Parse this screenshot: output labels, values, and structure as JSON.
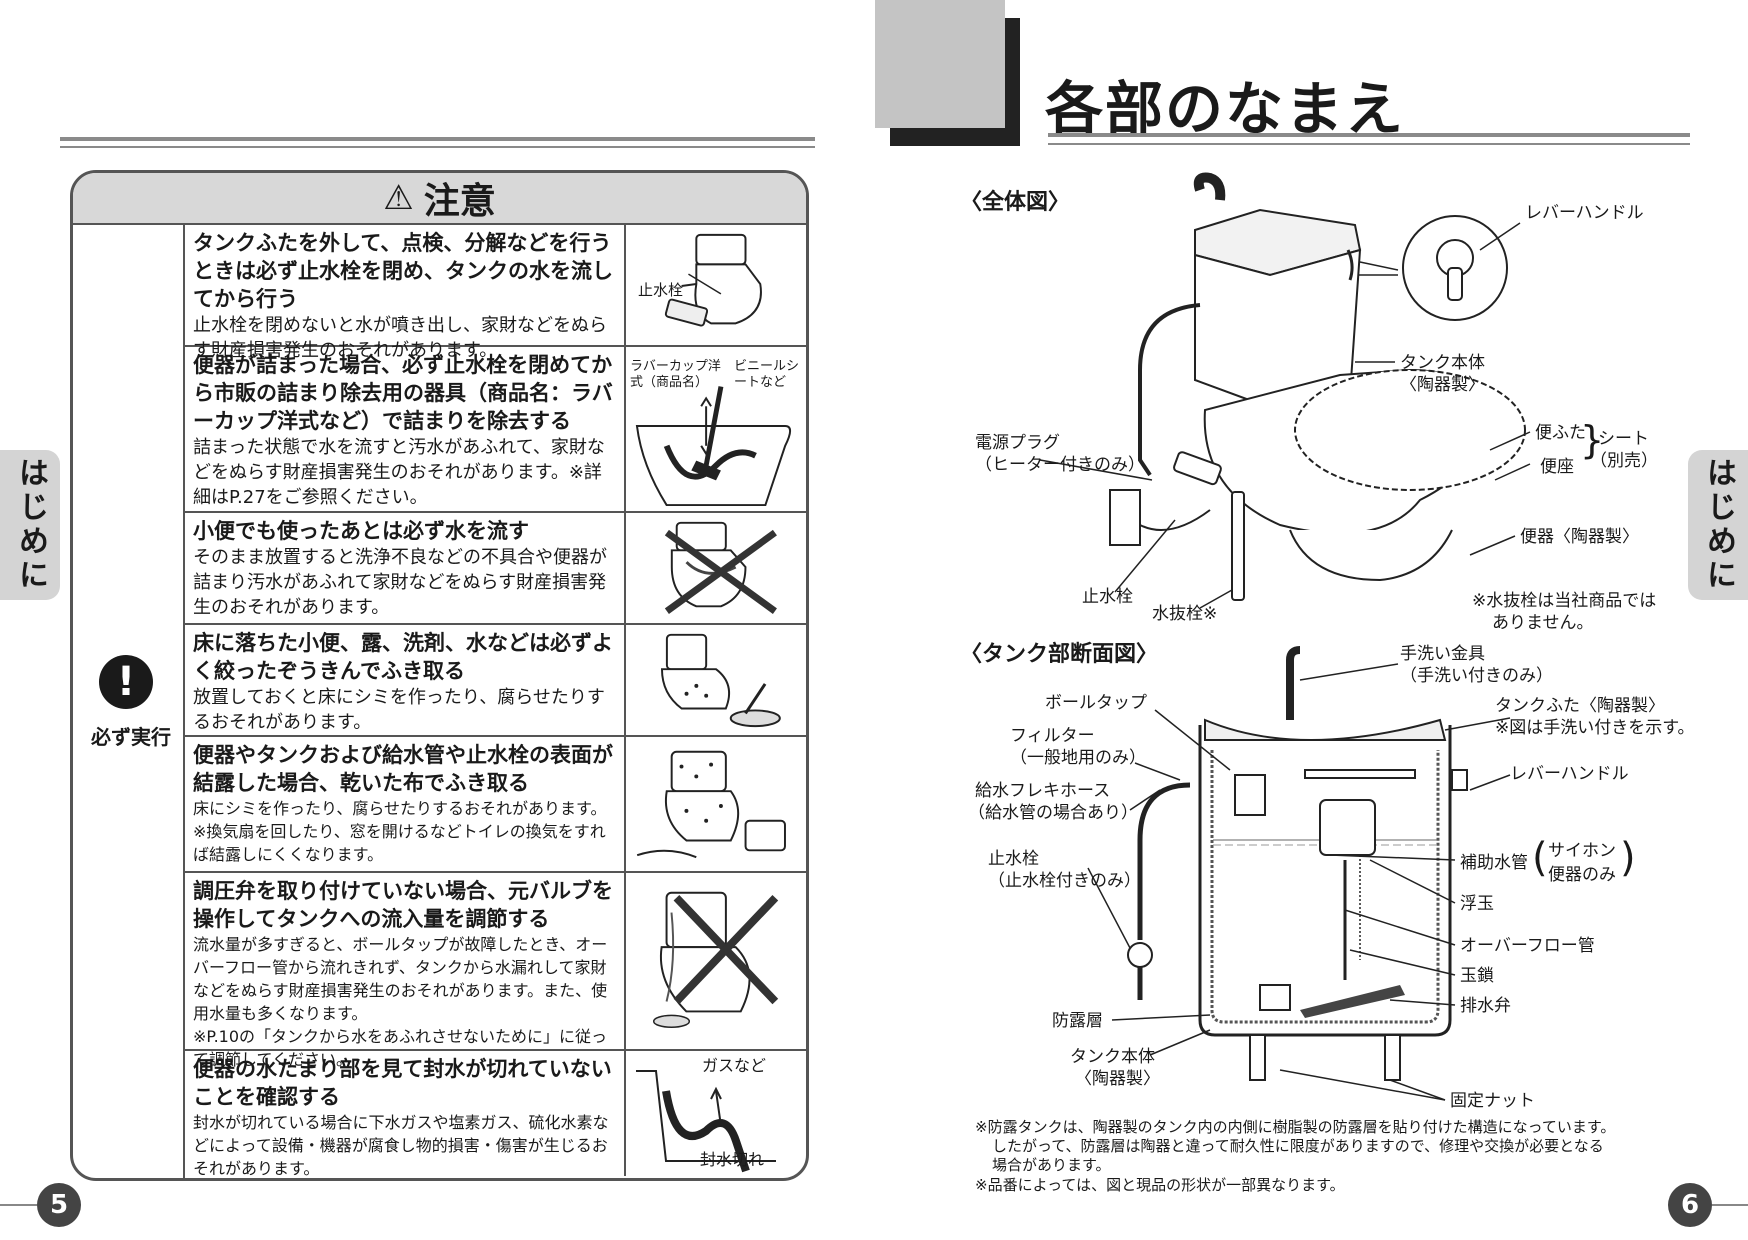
{
  "left": {
    "page_number": "5",
    "side_tab": "はじめに",
    "caution_title": "注意",
    "must_label": "必ず実行",
    "rows": [
      {
        "heading": "タンクふたを外して、点検、分解などを行うときは必ず止水栓を閉め、タンクの水を流してから行う",
        "body": "止水栓を閉めないと水が噴き出し、家財などをぬらす財産損害発生のおそれがあります。",
        "pic_label": "止水栓"
      },
      {
        "heading": "便器が詰まった場合、必ず止水栓を閉めてから市販の詰まり除去用の器具（商品名：ラバーカップ洋式など）で詰まりを除去する",
        "body": "詰まった状態で水を流すと汚水があふれて、家財などをぬらす財産損害発生のおそれがあります。※詳細はP.27をご参照ください。",
        "pic_label_1": "ラバーカップ洋式（商品名）",
        "pic_label_2": "ビニールシートなど"
      },
      {
        "heading": "小便でも使ったあとは必ず水を流す",
        "body": "そのまま放置すると洗浄不良などの不具合や便器が詰まり汚水があふれて家財などをぬらす財産損害発生のおそれがあります。"
      },
      {
        "heading": "床に落ちた小便、露、洗剤、水などは必ずよく絞ったぞうきんでふき取る",
        "body": "放置しておくと床にシミを作ったり、腐らせたりするおそれがあります。"
      },
      {
        "heading": "便器やタンクおよび給水管や止水栓の表面が結露した場合、乾いた布でふき取る",
        "body": "床にシミを作ったり、腐らせたりするおそれがあります。",
        "body2": "※換気扇を回したり、窓を開けるなどトイレの換気をすれば結露しにくくなります。"
      },
      {
        "heading": "調圧弁を取り付けていない場合、元バルブを操作してタンクへの流入量を調節する",
        "body": "流水量が多すぎると、ボールタップが故障したとき、オーバーフロー管から流れきれず、タンクから水漏れして家財などをぬらす財産損害発生のおそれがあります。また、使用水量も多くなります。",
        "body2": "※P.10の「タンクから水をあふれさせないために」に従って調節してください。"
      },
      {
        "heading": "便器の水たまり部を見て封水が切れていないことを確認する",
        "body": "封水が切れている場合に下水ガスや塩素ガス、硫化水素などによって設備・機器が腐食し物的損害・傷害が生じるおそれがあります。",
        "pic_label_1": "ガスなど",
        "pic_label_2": "封水切れ"
      }
    ]
  },
  "right": {
    "page_number": "6",
    "side_tab": "はじめに",
    "title": "各部のなまえ",
    "section1": "〈全体図〉",
    "section2": "〈タンク部断面図〉",
    "labels1": {
      "lever": "レバーハンドル",
      "tank": "タンク本体",
      "tank_sub": "〈陶器製〉",
      "plug": "電源プラグ",
      "plug_sub": "（ヒーター付きのみ）",
      "lid": "便ふた",
      "seat": "便座",
      "seat_group": "シート",
      "seat_group_sub": "（別売）",
      "bowl": "便器〈陶器製〉",
      "stopcock": "止水栓",
      "drain": "水抜栓※",
      "drain_note_1": "※水抜栓は当社商品では",
      "drain_note_2": "ありません。"
    },
    "labels2": {
      "faucet": "手洗い金具",
      "faucet_sub": "（手洗い付きのみ）",
      "balltap": "ボールタップ",
      "tanklid": "タンクふた〈陶器製〉",
      "tanklid_sub": "※図は手洗い付きを示す。",
      "filter": "フィルター",
      "filter_sub": "（一般地用のみ）",
      "lever": "レバーハンドル",
      "hose": "給水フレキホース",
      "hose_sub": "（給水管の場合あり）",
      "stopcock": "止水栓",
      "stopcock_sub": "（止水栓付きのみ）",
      "aux_pipe": "補助水管",
      "siphon_1": "サイホン",
      "siphon_2": "便器のみ",
      "float": "浮玉",
      "overflow": "オーバーフロー管",
      "chain": "玉鎖",
      "flapper": "排水弁",
      "dew_layer": "防露層",
      "tank_body": "タンク本体",
      "tank_body_sub": "〈陶器製〉",
      "nut": "固定ナット"
    },
    "notes": [
      "※防露タンクは、陶器製のタンク内の内側に樹脂製の防露層を貼り付けた構造になっています。",
      "したがって、防露層は陶器と違って耐久性に限度がありますので、修理や交換が必要となる",
      "場合があります。",
      "※品番によっては、図と現品の形状が一部異なります。"
    ]
  }
}
